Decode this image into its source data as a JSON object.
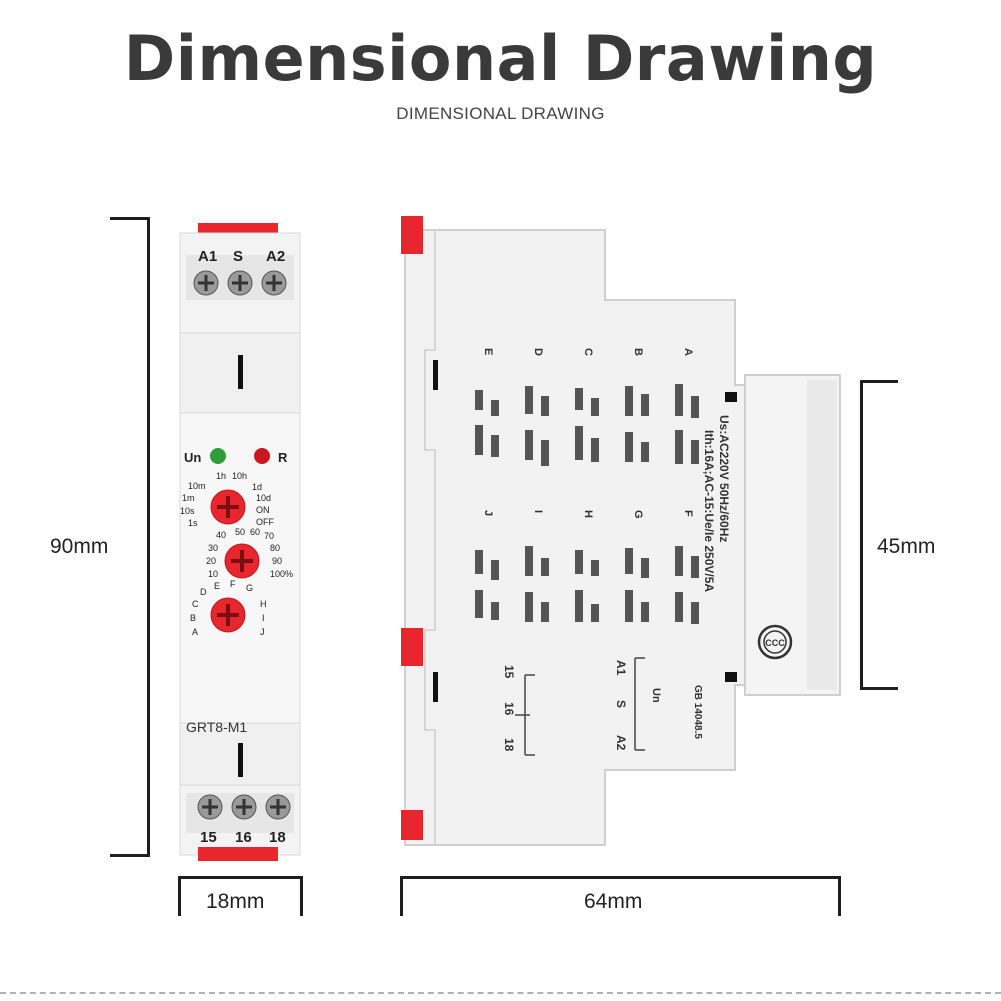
{
  "header": {
    "title": "Dimensional Drawing",
    "subtitle": "DIMENSIONAL DRAWING"
  },
  "dimensions": {
    "height": "90mm",
    "width_front": "18mm",
    "depth": "64mm",
    "front_height": "45mm"
  },
  "front_panel": {
    "top_terminals": [
      "A1",
      "S",
      "A2"
    ],
    "led_un": "Un",
    "led_r": "R",
    "dial1_labels": [
      "10m",
      "1h",
      "10h",
      "1m",
      "1d",
      "10s",
      "10d",
      "1s",
      "ON",
      "OFF"
    ],
    "dial2_labels": [
      "40",
      "50",
      "60",
      "70",
      "30",
      "80",
      "20",
      "90",
      "10",
      "100%"
    ],
    "dial3_labels": [
      "D",
      "E",
      "F",
      "G",
      "C",
      "H",
      "B",
      "I",
      "A",
      "J"
    ],
    "model": "GRT8-M1",
    "bottom_terminals": [
      "15",
      "16",
      "18"
    ]
  },
  "side_panel": {
    "spec_line1": "Us:AC220V 50Hz/60Hz",
    "spec_line2": "Ith:16A;AC-15:Ue/Ie 250V/5A",
    "standard": "GB 14048.5",
    "cert_mark": "CCC",
    "function_letters": [
      "A",
      "B",
      "C",
      "D",
      "E",
      "F",
      "G",
      "H",
      "I",
      "J"
    ],
    "terminal_rows": [
      [
        "A1",
        "S",
        "A2"
      ],
      [
        "15",
        "16",
        "18"
      ]
    ],
    "un_label": "Un"
  },
  "colors": {
    "accent_red": "#e8262d",
    "led_green": "#2f9e3a",
    "led_red": "#c8171d",
    "body_grey": "#efefef"
  }
}
